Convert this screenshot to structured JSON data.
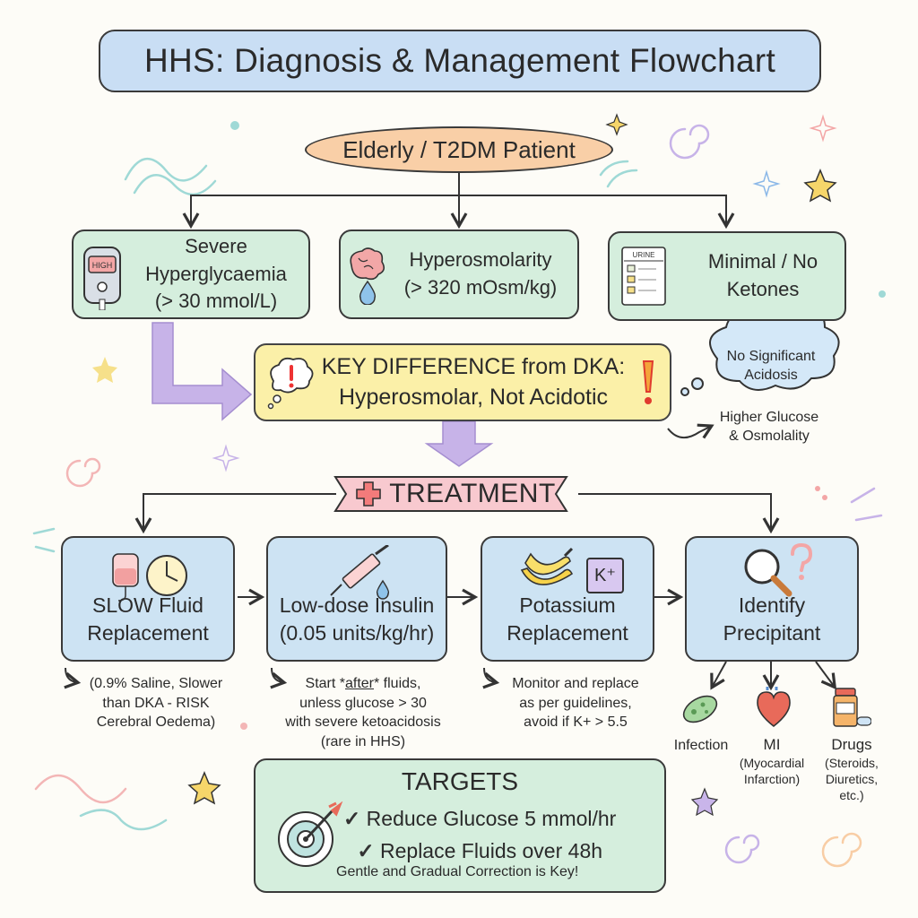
{
  "title": "HHS: Diagnosis & Management Flowchart",
  "patient": "Elderly / T2DM Patient",
  "criteria": [
    {
      "lines": [
        "Severe",
        "Hyperglycaemia",
        "(> 30 mmol/L)"
      ]
    },
    {
      "lines": [
        "Hyperosmolarity",
        "(> 320 mOsm/kg)"
      ]
    },
    {
      "lines": [
        "Minimal / No",
        "Ketones"
      ]
    }
  ],
  "icons": {
    "meter_label": "HIGH",
    "urine_label": "URINE",
    "potassium": "K⁺"
  },
  "key_difference": {
    "line1": "KEY DIFFERENCE from DKA:",
    "line2": "Hyperosmolar, Not Acidotic"
  },
  "side_cloud": {
    "line1": "No Significant",
    "line2": "Acidosis"
  },
  "side_note": {
    "line1": "Higher Glucose",
    "line2": "& Osmolality"
  },
  "treatment_label": "TREATMENT",
  "treatments": [
    {
      "line1": "SLOW Fluid",
      "line2": "Replacement",
      "note": [
        "(0.9% Saline, Slower",
        "than DKA - RISK",
        "Cerebral Oedema)"
      ]
    },
    {
      "line1": "Low-dose Insulin",
      "line2": "(0.05 units/kg/hr)",
      "note_pre": "Start *",
      "note_em": "after",
      "note_post": "* fluids,",
      "note": [
        "unless glucose > 30",
        "with severe ketoacidosis",
        "(rare in HHS)"
      ]
    },
    {
      "line1": "Potassium",
      "line2": "Replacement",
      "note": [
        "Monitor and replace",
        "as per guidelines,",
        "avoid if K+ > 5.5"
      ]
    },
    {
      "line1": "Identify",
      "line2": "Precipitant"
    }
  ],
  "precipitants": [
    {
      "lines": [
        "Infection"
      ]
    },
    {
      "lines": [
        "MI",
        "(Myocardial",
        "Infarction)"
      ]
    },
    {
      "lines": [
        "Drugs",
        "(Steroids,",
        "Diuretics,",
        "etc.)"
      ]
    }
  ],
  "targets": {
    "title": "TARGETS",
    "items": [
      "Reduce Glucose 5 mmol/hr",
      "Replace Fluids over 48h"
    ],
    "footer": "Gentle and Gradual Correction is Key!"
  },
  "colors": {
    "title_bg": "#c9def4",
    "patient_bg": "#f9cfa7",
    "green_bg": "#d5eedd",
    "blue_bg": "#cde3f3",
    "yellow_bg": "#fbf0a8",
    "banner_bg": "#f8c9cf",
    "arrow_purple": "#c7b3e8"
  }
}
